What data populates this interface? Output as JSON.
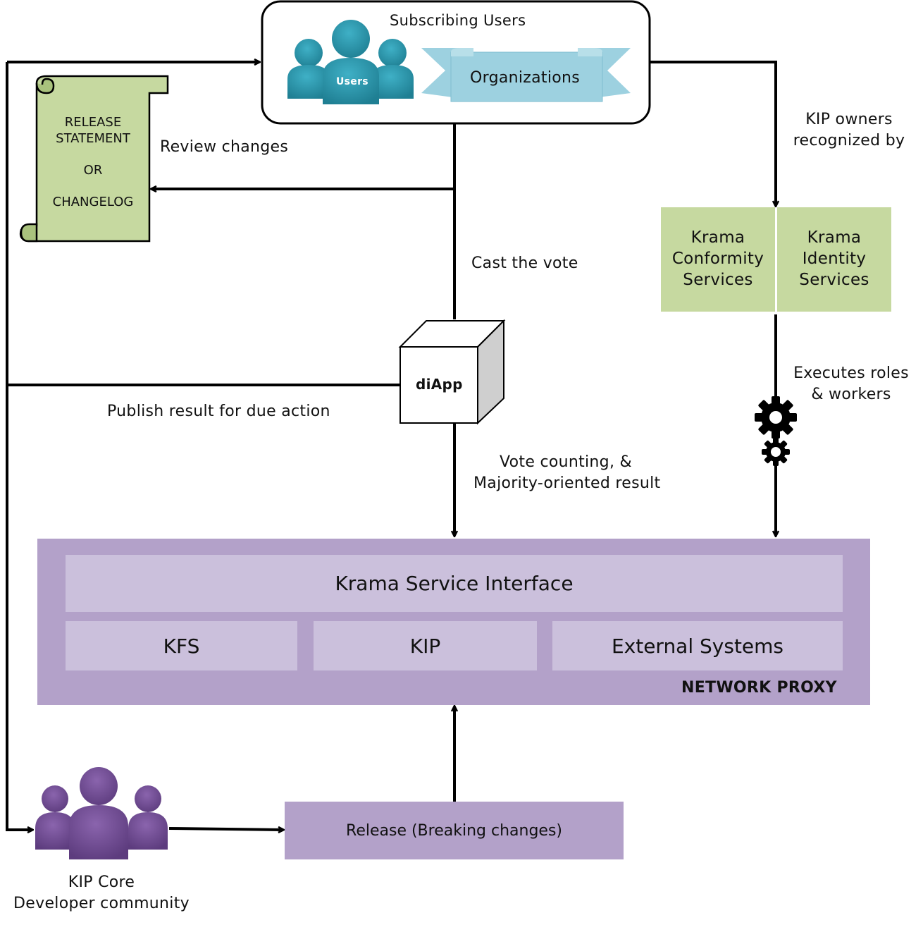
{
  "users_panel": {
    "title": "Subscribing Users",
    "users_label": "Users",
    "organizations_label": "Organizations"
  },
  "release_scroll": {
    "line1": "RELEASE",
    "line2": "STATEMENT",
    "line3": "OR",
    "line4": "CHANGELOG"
  },
  "edges": {
    "review_changes": "Review changes",
    "cast_vote": "Cast the vote",
    "publish_result": "Publish result for due action",
    "vote_counting_1": "Vote counting, &",
    "vote_counting_2": "Majority-oriented result",
    "kip_owners_1": "KIP owners",
    "kip_owners_2": "recognized by",
    "executes_1": "Executes roles",
    "executes_2": "& workers"
  },
  "diapp_label": "diApp",
  "krama_services": {
    "conformity_1": "Krama",
    "conformity_2": "Conformity",
    "conformity_3": "Services",
    "identity_1": "Krama",
    "identity_2": "Identity",
    "identity_3": "Services"
  },
  "network_proxy": {
    "interface": "Krama Service Interface",
    "kfs": "KFS",
    "kip": "KIP",
    "external": "External Systems",
    "label": "NETWORK PROXY"
  },
  "release_box": "Release (Breaking changes)",
  "community": {
    "line1": "KIP Core",
    "line2": "Developer community"
  },
  "colors": {
    "teal": "#2a91a7",
    "teal_light": "#9dd1e0",
    "green": "#c6d9a0",
    "purple_outer": "#b3a1c9",
    "purple_inner": "#cbc0dc",
    "purple_people": "#6f4a91",
    "release_box": "#b3a1c9"
  }
}
